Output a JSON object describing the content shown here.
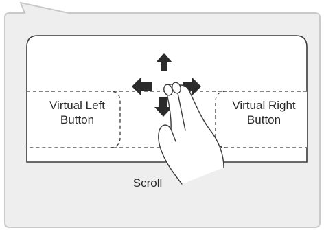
{
  "labels": {
    "left_button": "Virtual Left Button",
    "right_button": "Virtual Right Button",
    "scroll": "Scroll"
  },
  "icons": {
    "arrows": [
      "arrow-up-icon",
      "arrow-left-icon",
      "arrow-right-icon",
      "arrow-down-icon"
    ],
    "gesture": "two-finger-hand-icon"
  },
  "colors": {
    "panel_bg": "#eeeeee",
    "panel_border": "#c9c9c9",
    "touchpad_fill": "#ffffff",
    "line": "#3a3a3a",
    "arrow": "#2b2b2b"
  }
}
